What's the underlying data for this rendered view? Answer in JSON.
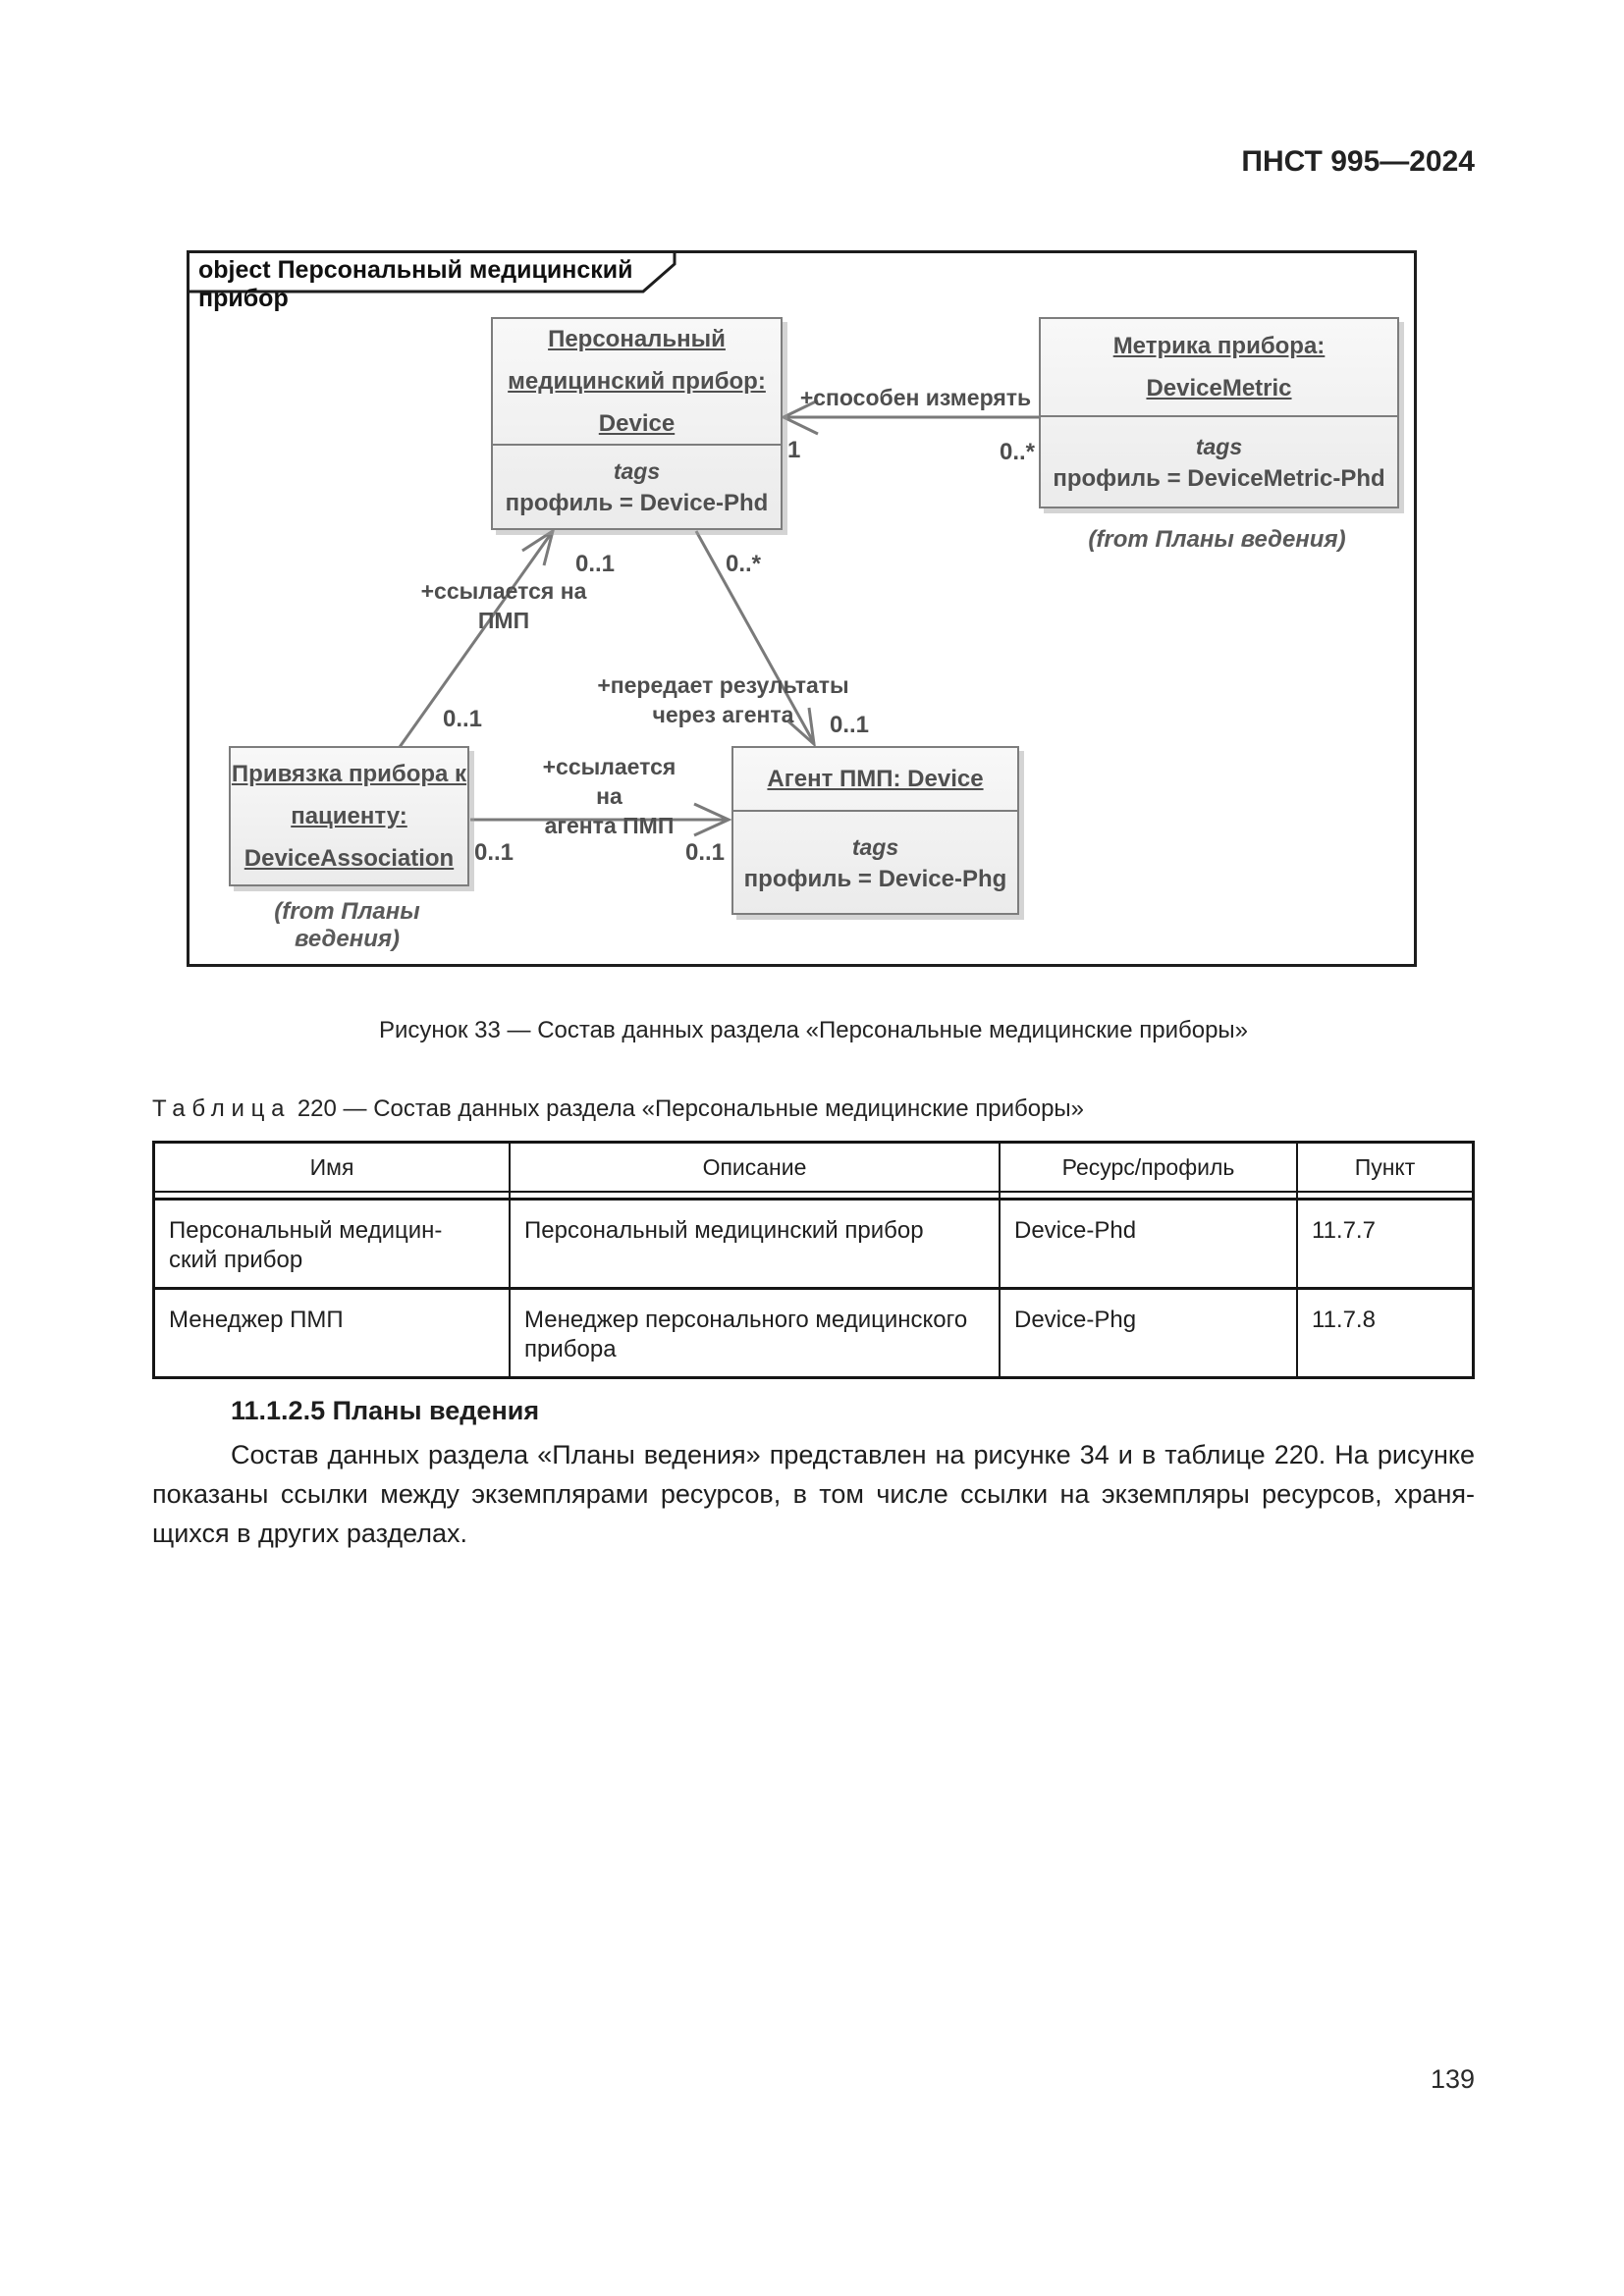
{
  "page": {
    "header": "ПНСТ 995—2024",
    "number": "139"
  },
  "diagram": {
    "frame_label": "object Персональный медицинский прибор",
    "boxes": {
      "device": {
        "title_lines": [
          "Персональный",
          "медицинский прибор:",
          "Device"
        ],
        "tags_label": "tags",
        "tag_value": "профиль = Device-Phd"
      },
      "device_metric": {
        "title_lines": [
          "Метрика прибора:",
          "DeviceMetric"
        ],
        "tags_label": "tags",
        "tag_value": "профиль = DeviceMetric-Phd",
        "from_note": "(from Планы ведения)"
      },
      "device_association": {
        "title_lines": [
          "Привязка прибора к",
          "пациенту:",
          "DeviceAssociation"
        ],
        "from_note": "(from Планы ведения)"
      },
      "agent": {
        "title_lines": [
          "Агент ПМП: Device"
        ],
        "tags_label": "tags",
        "tag_value": "профиль = Device-Phg"
      }
    },
    "associations": {
      "measure": {
        "label": "+способен измерять",
        "mult_device": "1",
        "mult_metric": "0..*"
      },
      "ref_pmp": {
        "label": "+ссылается на ПМП",
        "mult_top": "0..1",
        "mult_bottom": "0..1"
      },
      "transmit": {
        "label": "+передает результаты через агента",
        "mult_top": "0..*",
        "mult_bottom": "0..1"
      },
      "ref_agent": {
        "label": "+ссылается на\nагента ПМП",
        "mult_left": "0..1",
        "mult_right": "0..1"
      }
    }
  },
  "figure_caption": "Рисунок 33 — Состав данных раздела «Персональные медицинские приборы»",
  "table": {
    "caption_word": "Таблица",
    "caption_rest": "220 — Состав данных раздела «Персональные медицинские приборы»",
    "headers": [
      "Имя",
      "Описание",
      "Ресурс/профиль",
      "Пункт"
    ],
    "rows": [
      {
        "name": "Персональный медицин-\nский прибор",
        "description": "Персональный медицинский прибор",
        "resource": "Device-Phd",
        "clause": "11.7.7"
      },
      {
        "name": "Менеджер ПМП",
        "description": "Менеджер персонального медицинского прибора",
        "resource": "Device-Phg",
        "clause": "11.7.8"
      }
    ]
  },
  "text": {
    "heading": "11.1.2.5 Планы ведения",
    "paragraph_lines": [
      "Состав данных раздела «Планы ведения» представлен на рисунке 34 и в таблице 220. На рисунке",
      "показаны ссылки между экземплярами ресурсов, в том числе ссылки на экземпляры ресурсов, храня-",
      "щихся в других разделах."
    ]
  }
}
